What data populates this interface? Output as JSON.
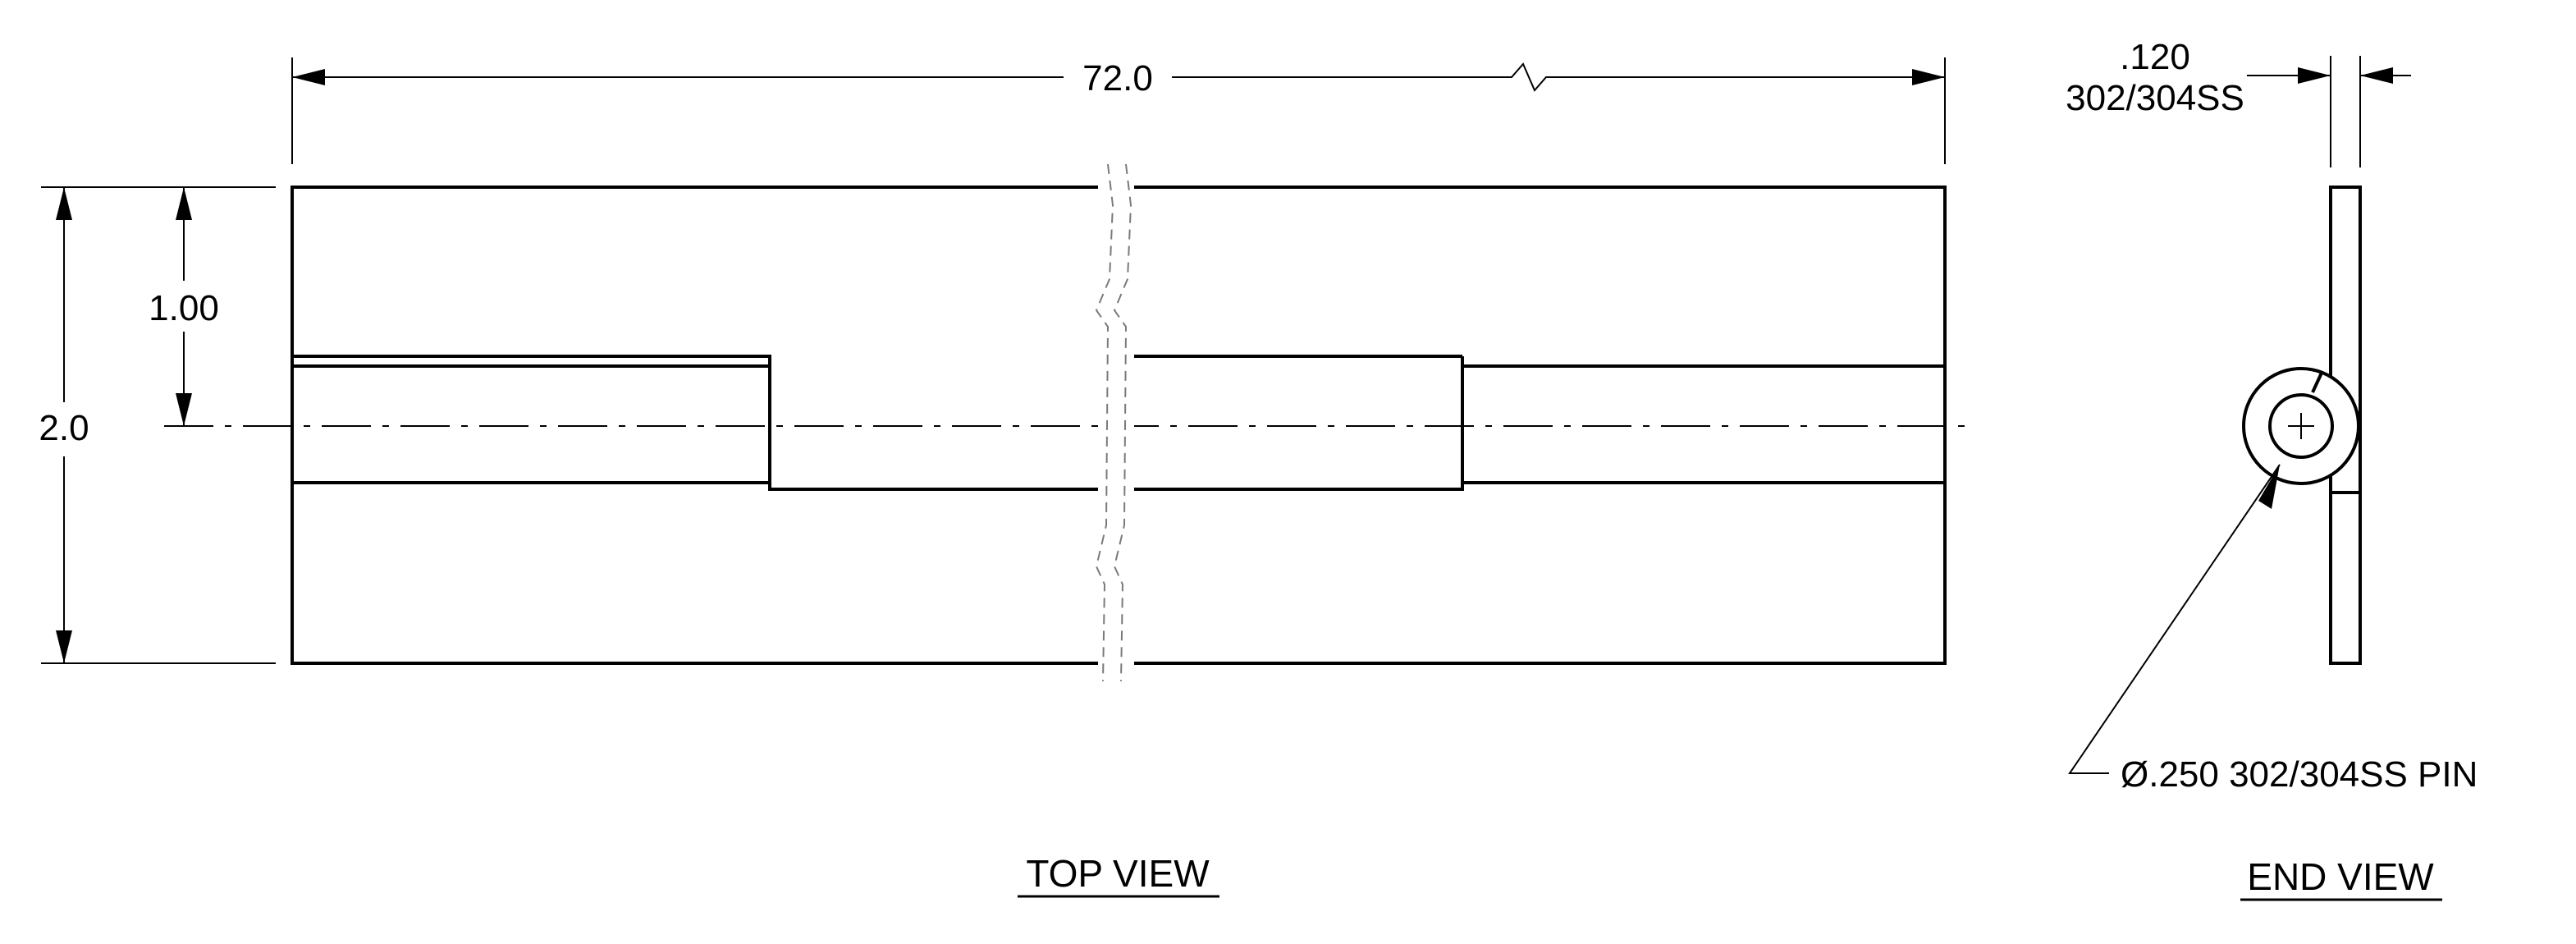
{
  "views": {
    "top": {
      "title": "TOP VIEW"
    },
    "end": {
      "title": "END VIEW"
    }
  },
  "dimensions": {
    "overall_length": "72.0",
    "overall_width": "2.0",
    "centerline_offset": "1.00",
    "thickness_value": ".120",
    "thickness_material": "302/304SS",
    "pin_note": "Ø.250 302/304SS PIN"
  }
}
